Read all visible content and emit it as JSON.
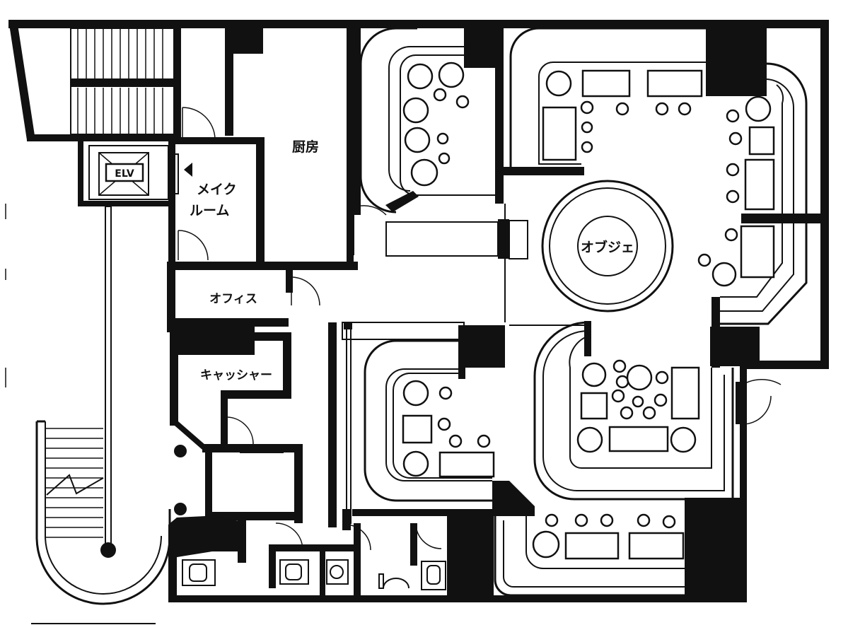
{
  "plan": {
    "rooms": {
      "kitchen": "厨房",
      "make_room_line1": "メイク",
      "make_room_line2": "ルーム",
      "office": "オフィス",
      "cashier": "キャッシャー",
      "objet": "オブジェ"
    },
    "elevator": "ELV"
  },
  "colors": {
    "wall": "#111111",
    "background": "#ffffff"
  }
}
